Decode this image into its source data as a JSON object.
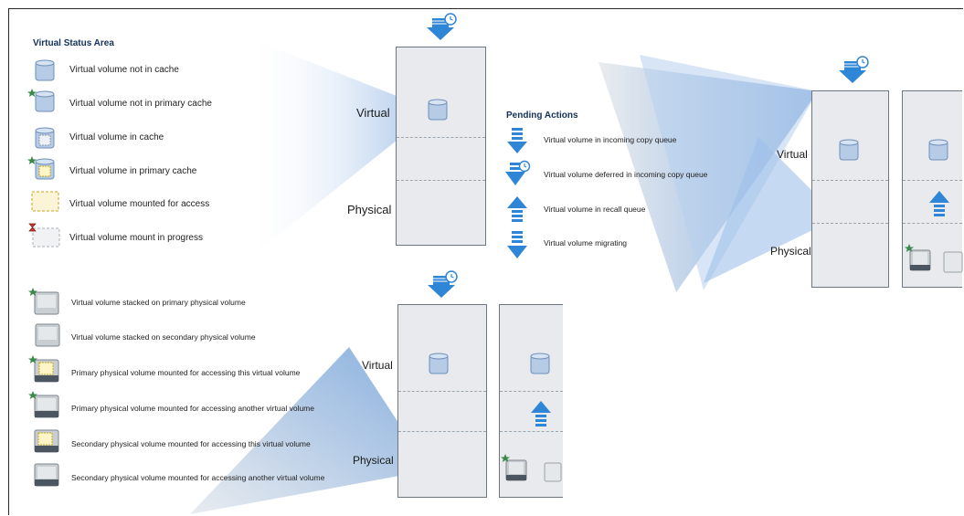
{
  "virtual_status": {
    "title": "Virtual Status Area",
    "items": [
      {
        "label": "Virtual volume not in cache",
        "icon": "cylinder-icon"
      },
      {
        "label": "Virtual volume not in primary cache",
        "icon": "cylinder-star-icon"
      },
      {
        "label": "Virtual volume in cache",
        "icon": "cylinder-dotted-icon"
      },
      {
        "label": "Virtual volume in primary cache",
        "icon": "cylinder-yellow-star-icon"
      },
      {
        "label": "Virtual volume mounted for access",
        "icon": "mounted-box-icon"
      },
      {
        "label": "Virtual volume mount in progress",
        "icon": "hourglass-box-icon"
      }
    ]
  },
  "pending_actions": {
    "title": "Pending Actions",
    "items": [
      {
        "label": "Virtual volume in incoming copy queue",
        "icon": "down-arrow-stack-icon"
      },
      {
        "label": "Virtual volume deferred in incoming copy queue",
        "icon": "down-arrow-clock-icon"
      },
      {
        "label": "Virtual volume in recall queue",
        "icon": "up-arrow-stack-icon"
      },
      {
        "label": "Virtual volume migrating",
        "icon": "down-arrow-migrate-icon"
      }
    ]
  },
  "physical_status": {
    "items": [
      {
        "label": "Virtual volume stacked on primary physical volume",
        "icon": "tape-star-icon"
      },
      {
        "label": "Virtual volume stacked on secondary physical volume",
        "icon": "tape-icon"
      },
      {
        "label": "Primary physical volume mounted for accessing this virtual volume",
        "icon": "tape-star-yellow-icon"
      },
      {
        "label": "Primary physical volume mounted for accessing another virtual volume",
        "icon": "tape-star-drive-icon"
      },
      {
        "label": "Secondary physical volume mounted for accessing this virtual volume",
        "icon": "tape-yellow-icon"
      },
      {
        "label": "Secondary physical volume mounted for accessing another virtual volume",
        "icon": "tape-drive-icon"
      }
    ]
  },
  "tiers": {
    "virtual": "Virtual",
    "physical": "Physical"
  },
  "colors": {
    "accent_blue": "#2f86d6",
    "title_navy": "#12325a",
    "panel_bg": "#e8eaed",
    "callout_blue": "#c3d8f0"
  }
}
